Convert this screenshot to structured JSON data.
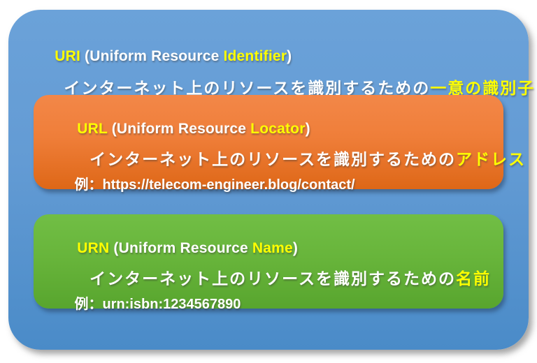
{
  "colors": {
    "highlight_yellow": "#FFFF00",
    "body_text": "#FFFFFF",
    "uri_panel_top": "#6BA2D9",
    "uri_panel_bottom": "#4A8BC8",
    "url_panel_top": "#F38748",
    "url_panel_bottom": "#DE6717",
    "urn_panel_top": "#71BE45",
    "urn_panel_bottom": "#58A52E"
  },
  "uri_section": {
    "title": {
      "acronym": "URI",
      "middle": " (Uniform Resource ",
      "highlight": "Identifier",
      "close": ")"
    },
    "description": {
      "plain": "インターネット上のリソースを識別するための",
      "highlight": "一意の識別子"
    }
  },
  "url_section": {
    "title": {
      "acronym": "URL",
      "middle": " (Uniform Resource ",
      "highlight": "Locator",
      "close": ")"
    },
    "description": {
      "plain": "インターネット上のリソースを識別するための",
      "highlight": "アドレス"
    },
    "example": {
      "label": "例：",
      "value": "https://telecom-engineer.blog/contact/"
    }
  },
  "urn_section": {
    "title": {
      "acronym": "URN",
      "middle": " (Uniform Resource ",
      "highlight": "Name",
      "close": ")"
    },
    "description": {
      "plain": "インターネット上のリソースを識別するための",
      "highlight": "名前"
    },
    "example": {
      "label": "例：",
      "value": "urn:isbn:1234567890"
    }
  }
}
